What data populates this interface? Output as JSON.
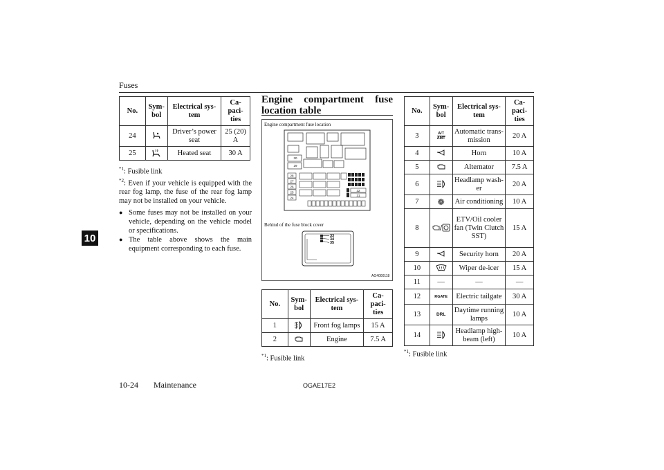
{
  "header": {
    "title": "Fuses",
    "chapter": "10"
  },
  "columns": {
    "no": "No.",
    "symbol": "Sym-\nbol",
    "system": "Electrical sys-\ntem",
    "capacity": "Ca-\npaci-\nties"
  },
  "table_left": [
    {
      "no": "24",
      "icon": "power-seat-icon",
      "system": "Driver’s power seat",
      "capacity": "25 (20) A"
    },
    {
      "no": "25",
      "icon": "heated-seat-icon",
      "system": "Heated seat",
      "capacity": "30 A"
    }
  ],
  "notes": {
    "n1_mark": "*1",
    "n1_text": ": Fusible link",
    "n2_mark": "*2",
    "n2_text": ": Even if your vehicle is equipped with the rear fog lamp, the fuse of the rear fog lamp may not be installed on your vehicle.",
    "bullet1": "Some fuses may not be installed on your vehicle, depending on the vehicle model or specifications.",
    "bullet2": "The table above shows the main equipment corresponding to each fuse."
  },
  "section": {
    "title": "Engine compartment fuse location table",
    "figure_caption_top": "Engine compartment fuse location",
    "figure_caption_bottom": "Behind of the fuse block cover",
    "figure_code": "AG4000118",
    "labels_main": [
      "30",
      "29",
      "28",
      "27",
      "26",
      "25",
      "24",
      "32",
      "31"
    ],
    "labels_sub": [
      "33",
      "34",
      "35"
    ]
  },
  "table_mid": [
    {
      "no": "1",
      "icon": "front-fog-icon",
      "system": "Front fog lamps",
      "capacity": "15 A"
    },
    {
      "no": "2",
      "icon": "engine-icon",
      "system": "Engine",
      "capacity": "7.5 A"
    }
  ],
  "mid_note": {
    "mark": "*1",
    "text": ": Fusible link"
  },
  "table_right": [
    {
      "no": "3",
      "icon": "at-amt-icon",
      "system": "Automatic trans-mission",
      "capacity": "20 A"
    },
    {
      "no": "4",
      "icon": "horn-icon",
      "system": "Horn",
      "capacity": "10 A"
    },
    {
      "no": "5",
      "icon": "alternator-icon",
      "system": "Alternator",
      "capacity": "7.5 A"
    },
    {
      "no": "6",
      "icon": "headlamp-washer-icon",
      "system": "Headlamp wash-er",
      "capacity": "20 A"
    },
    {
      "no": "7",
      "icon": "air-conditioning-icon",
      "system": "Air conditioning",
      "capacity": "10 A"
    },
    {
      "no": "8",
      "icon": "etv-oil-cooler-icon",
      "system": "ETV/Oil cooler fan (Twin Clutch SST)",
      "capacity": "15 A"
    },
    {
      "no": "9",
      "icon": "security-horn-icon",
      "system": "Security horn",
      "capacity": "20 A"
    },
    {
      "no": "10",
      "icon": "wiper-deicer-icon",
      "system": "Wiper de-icer",
      "capacity": "15 A"
    },
    {
      "no": "11",
      "icon": "",
      "system": "—",
      "capacity": "—",
      "symbol_text": "—"
    },
    {
      "no": "12",
      "icon": "rgate-icon",
      "system": "Electric tailgate",
      "capacity": "30 A"
    },
    {
      "no": "13",
      "icon": "drl-icon",
      "system": "Daytime running lamps",
      "capacity": "10 A"
    },
    {
      "no": "14",
      "icon": "headlamp-high-icon",
      "system": "Headlamp high-beam (left)",
      "capacity": "10 A"
    }
  ],
  "icon_text": {
    "at": "A/T",
    "amt": "AMT",
    "rgate": "RGATE",
    "drl": "DRL"
  },
  "right_note": {
    "mark": "*1",
    "text": ": Fusible link"
  },
  "footer": {
    "page": "10-24",
    "section": "Maintenance",
    "code": "OGAE17E2"
  }
}
